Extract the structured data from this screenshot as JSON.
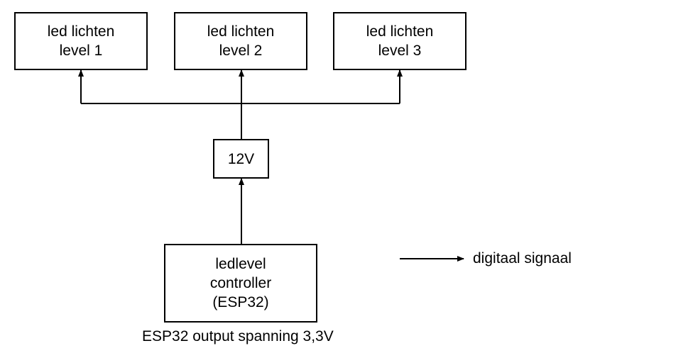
{
  "boxes": {
    "led1": {
      "line1": "led lichten",
      "line2": "level 1"
    },
    "led2": {
      "line1": "led lichten",
      "line2": "level 2"
    },
    "led3": {
      "line1": "led lichten",
      "line2": "level 3"
    },
    "power": {
      "label": "12V"
    },
    "controller": {
      "line1": "ledlevel",
      "line2": "controller",
      "line3": "(ESP32)"
    }
  },
  "captions": {
    "controller_note": "ESP32 output spanning 3,3V"
  },
  "legend": {
    "label": "digitaal signaal"
  },
  "colors": {
    "stroke": "#000000",
    "background": "#ffffff"
  }
}
